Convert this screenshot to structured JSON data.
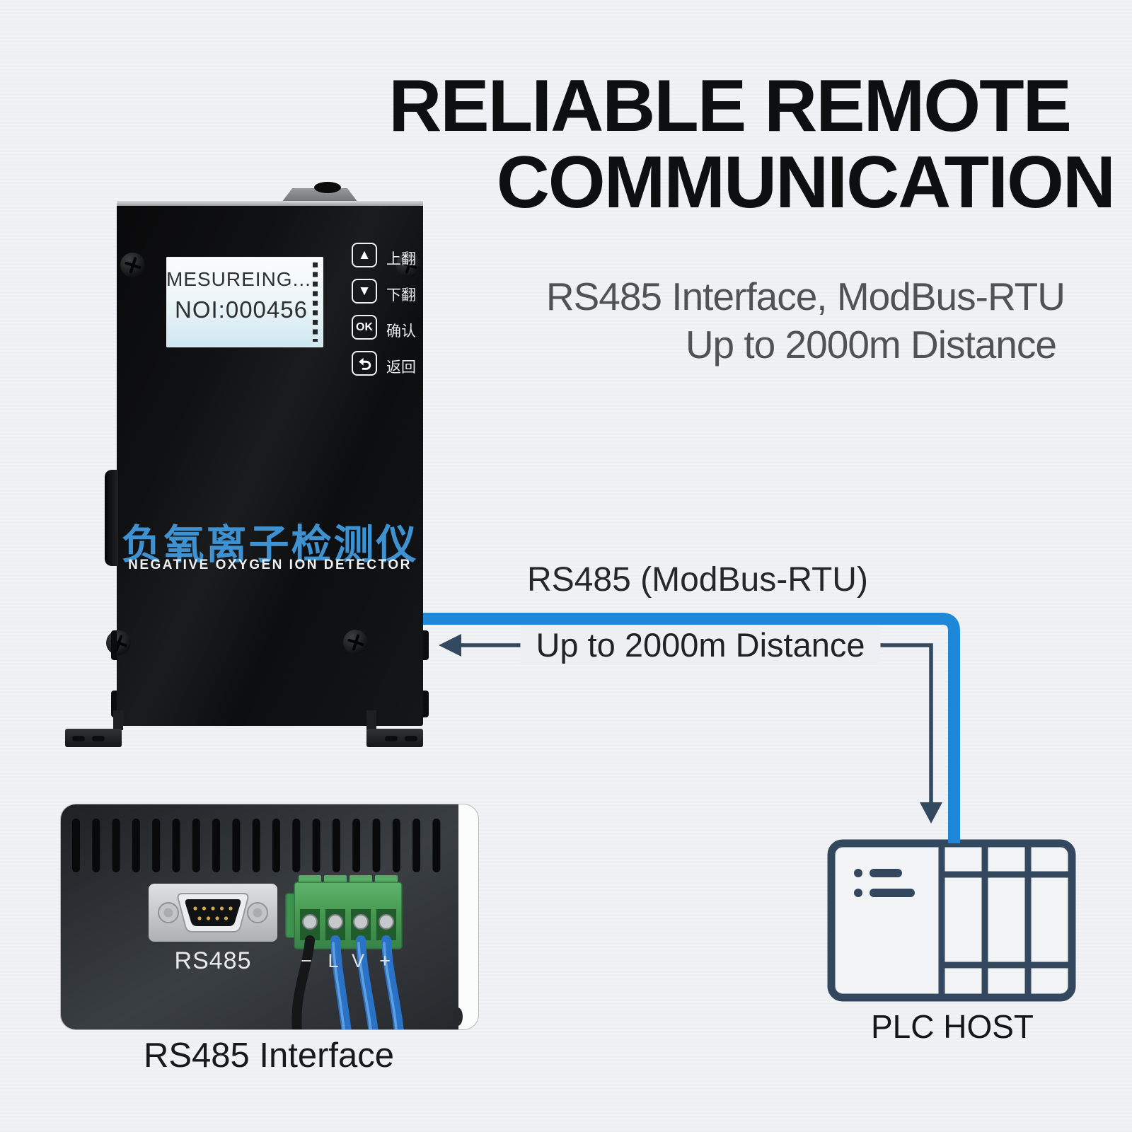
{
  "title": {
    "line1": "RELIABLE REMOTE",
    "line2": "COMMUNICATION"
  },
  "subtitle": {
    "line1": "RS485 Interface, ModBus-RTU",
    "line2": "Up to 2000m Distance"
  },
  "device": {
    "screen": {
      "line1": "MESUREING...",
      "line2": "NOI:000456"
    },
    "buttons": [
      {
        "label": "上翻"
      },
      {
        "label": "下翻"
      },
      {
        "text": "OK",
        "label": "确认"
      },
      {
        "label": "返回"
      }
    ],
    "name_cn": "负氧离子检测仪",
    "name_en": "NEGATIVE OXYGEN ION DETECTOR"
  },
  "connection": {
    "bus_label": "RS485 (ModBus-RTU)",
    "distance_label": "Up to 2000m Distance"
  },
  "plc": {
    "label": "PLC HOST"
  },
  "closeup": {
    "port_label": "RS485",
    "terminal_labels": [
      "−",
      "L",
      "V",
      "+"
    ],
    "caption": "RS485 Interface"
  },
  "colors": {
    "accent_blue": "#1f87d8",
    "navy": "#33495f",
    "device_name_blue": "#3e92d2",
    "terminal_green": "#46984f",
    "background": "#edeff2"
  }
}
